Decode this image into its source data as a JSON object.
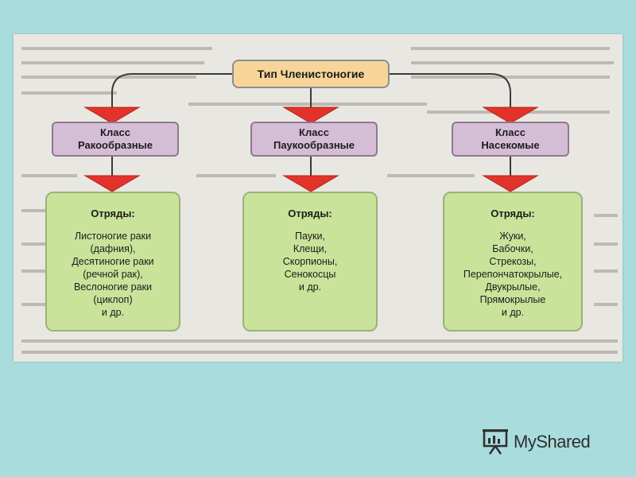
{
  "diagram": {
    "root": {
      "label": "Тип Членистоногие"
    },
    "classes": [
      {
        "line1": "Класс",
        "line2": "Ракообразные",
        "orders_heading": "Отряды:",
        "orders": [
          "Листоногие раки",
          "(дафния),",
          "Десятиногие раки",
          "(речной рак),",
          "Веслоногие раки",
          "(циклоп)",
          "и др."
        ]
      },
      {
        "line1": "Класс",
        "line2": "Паукообразные",
        "orders_heading": "Отряды:",
        "orders": [
          "Пауки,",
          "Клещи,",
          "Скорпионы,",
          "Сенокосцы",
          "и др."
        ]
      },
      {
        "line1": "Класс",
        "line2": "Насекомые",
        "orders_heading": "Отряды:",
        "orders": [
          "Жуки,",
          "Бабочки,",
          "Стрекозы,",
          "Перепончатокрылые,",
          "Двукрылые,",
          "Прямокрылые",
          "и др."
        ]
      }
    ]
  },
  "colors": {
    "background": "#a9dcdc",
    "root_fill": "#f7d59a",
    "class_fill": "#d6bdd6",
    "orders_fill": "#c9e39a",
    "arrow": "#e2332b"
  },
  "watermark": {
    "text": "MyShared",
    "icon": "presentation-board-icon"
  }
}
